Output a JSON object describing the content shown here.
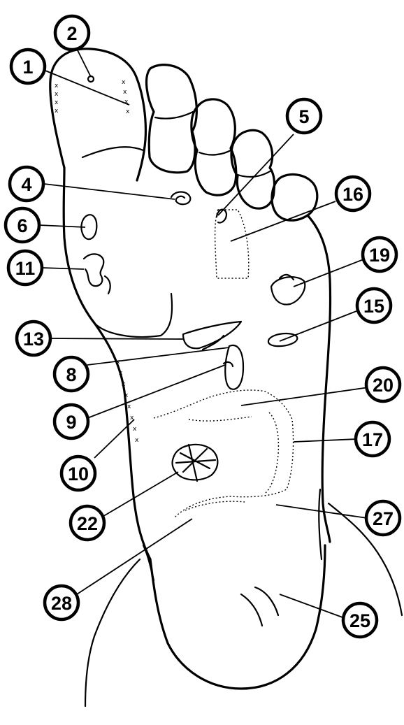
{
  "labels": [
    {
      "id": "l1",
      "text": "1"
    },
    {
      "id": "l2",
      "text": "2"
    },
    {
      "id": "l4",
      "text": "4"
    },
    {
      "id": "l5",
      "text": "5"
    },
    {
      "id": "l6",
      "text": "6"
    },
    {
      "id": "l8",
      "text": "8"
    },
    {
      "id": "l9",
      "text": "9"
    },
    {
      "id": "l10",
      "text": "10"
    },
    {
      "id": "l11",
      "text": "11"
    },
    {
      "id": "l13",
      "text": "13"
    },
    {
      "id": "l15",
      "text": "15"
    },
    {
      "id": "l16",
      "text": "16"
    },
    {
      "id": "l17",
      "text": "17"
    },
    {
      "id": "l19",
      "text": "19"
    },
    {
      "id": "l20",
      "text": "20"
    },
    {
      "id": "l22",
      "text": "22"
    },
    {
      "id": "l25",
      "text": "25"
    },
    {
      "id": "l27",
      "text": "27"
    },
    {
      "id": "l28",
      "text": "28"
    }
  ],
  "colors": {
    "ink": "#000000",
    "paper": "#ffffff"
  }
}
